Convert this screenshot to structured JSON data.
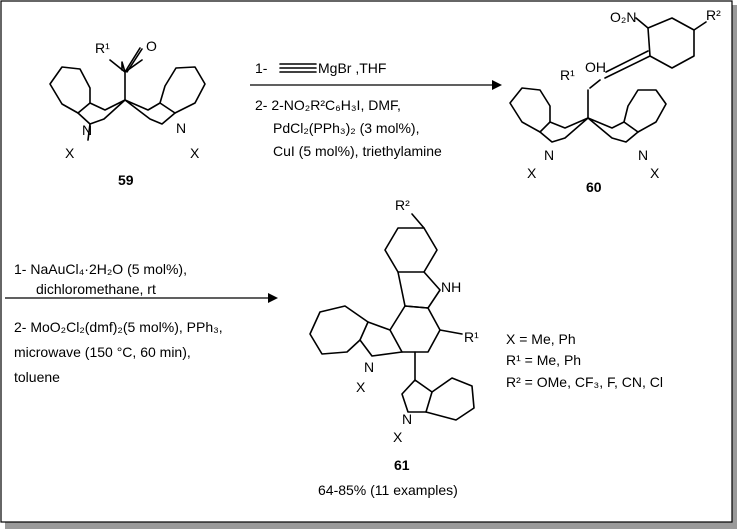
{
  "compounds": {
    "c59": "59",
    "c60": "60",
    "c61": "61"
  },
  "reaction1": {
    "step1_prefix": "1-",
    "step1_reagent": "MgBr ,THF",
    "step2_line1": "2- 2-NO₂R²C₆H₃I, DMF,",
    "step2_line2": "PdCl₂(PPh₃)₂ (3 mol%),",
    "step2_line3": "CuI (5 mol%), triethylamine"
  },
  "reaction2": {
    "step1_line1": "1- NaAuCl₄·2H₂O (5 mol%),",
    "step1_line2": "dichloromethane, rt",
    "step2_line1": "2- MoO₂Cl₂(dmf)₂(5 mol%), PPh₃,",
    "step2_line2": "microwave (150 °C, 60 min),",
    "step2_line3": "toluene"
  },
  "substituents": {
    "x": "X = Me, Ph",
    "r1": "R¹ = Me, Ph",
    "r2": "R² = OMe, CF₃, F, CN, Cl"
  },
  "yield": "64-85% (11 examples)",
  "atom_labels": {
    "R1": "R¹",
    "R2": "R²",
    "O": "O",
    "OH": "OH",
    "NO2": "O₂N",
    "N": "N",
    "NH": "NH",
    "X": "X"
  }
}
